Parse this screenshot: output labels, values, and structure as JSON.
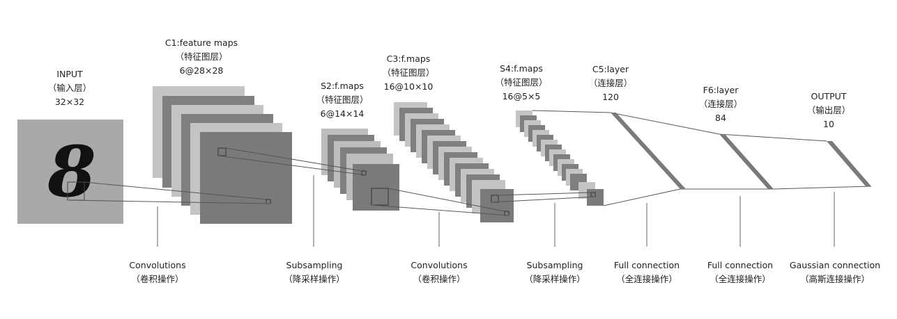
{
  "layers": [
    {
      "title": "INPUT",
      "sub": "（输入层）",
      "size": "32×32"
    },
    {
      "title": "C1:feature maps",
      "sub": "（特征图层）",
      "size": "6@28×28"
    },
    {
      "title": "S2:f.maps",
      "sub": "（特征图层）",
      "size": "6@14×14"
    },
    {
      "title": "C3:f.maps",
      "sub": "（特征图层）",
      "size": "16@10×10"
    },
    {
      "title": "S4:f.maps",
      "sub": "（特征图层）",
      "size": "16@5×5"
    },
    {
      "title": "C5:layer",
      "sub": "（连接层）",
      "size": "120"
    },
    {
      "title": "F6:layer",
      "sub": "（连接层）",
      "size": "84"
    },
    {
      "title": "OUTPUT",
      "sub": "（输出层）",
      "size": "10"
    }
  ],
  "operations": [
    {
      "name": "Convolutions",
      "sub": "（卷积操作）"
    },
    {
      "name": "Subsampling",
      "sub": "（降采样操作）"
    },
    {
      "name": "Convolutions",
      "sub": "（卷积操作）"
    },
    {
      "name": "Subsampling",
      "sub": "（降采样操作）"
    },
    {
      "name": "Full connection",
      "sub": "（全连接操作）"
    },
    {
      "name": "Full connection",
      "sub": "（全连接操作）"
    },
    {
      "name": "Gaussian connection",
      "sub": "（高斯连接操作）"
    }
  ],
  "input_glyph": "8",
  "colors": {
    "light": "#bdbdbd",
    "dark": "#7a7a7a",
    "input": "#a9a9a9",
    "line": "#555555"
  }
}
